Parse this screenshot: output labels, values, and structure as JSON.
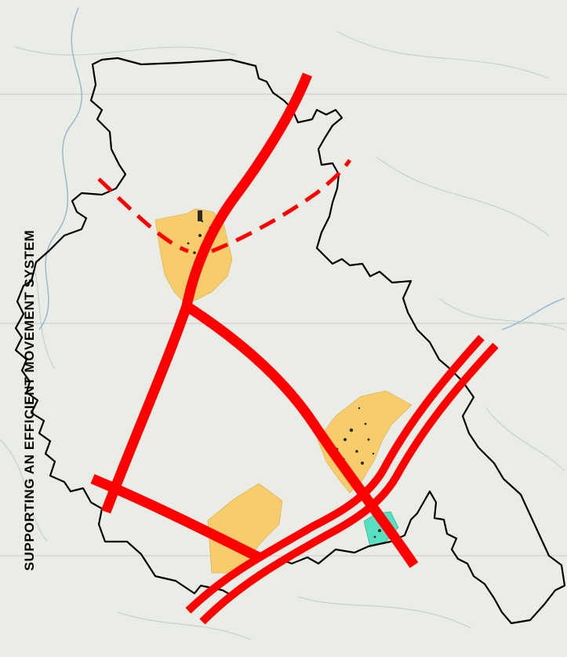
{
  "map": {
    "title": "SUPPORTING AN EFFICIENT MOVEMENT SYSTEM",
    "colors": {
      "basemap": "#e9ede6",
      "road_grid": "#c9cfc8",
      "boundary": "#000000",
      "corridor": "#ff0000",
      "town_area": "#f7cc6a",
      "special_area": "#59e0c2"
    },
    "features": [
      "county-boundary",
      "proposed-corridor",
      "town-area",
      "special-area"
    ]
  }
}
